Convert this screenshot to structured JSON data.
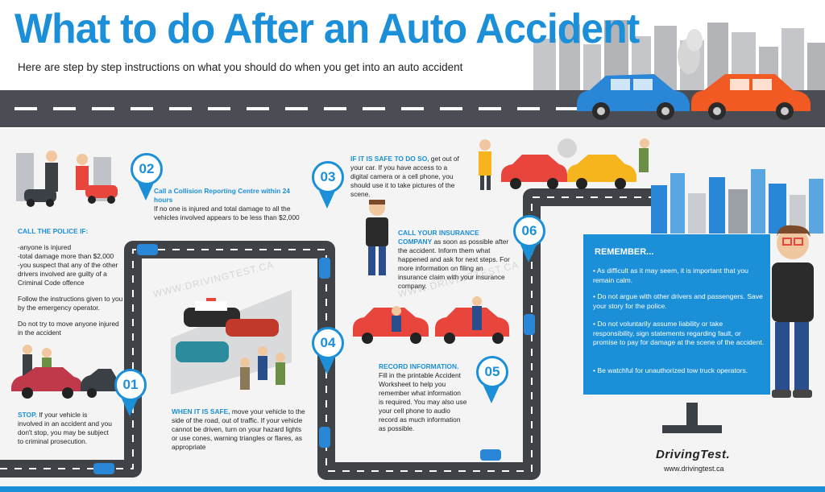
{
  "header": {
    "title": "What to do After an Auto Accident",
    "subtitle": "Here are step by step instructions on what you should do when you get into an auto accident"
  },
  "steps": {
    "s01": {
      "number": "01",
      "heading": "STOP.",
      "text": "If your vehicle is involved in an accident and you don't stop, you may be subject to criminal prosecution."
    },
    "s02": {
      "number": "02",
      "heading": "Call a Collision Reporting Centre within 24 hours",
      "text": "If no one is injured and total damage to all the vehicles involved appears to be less than $2,000"
    },
    "s03": {
      "number": "03",
      "heading": "IF IT IS SAFE TO DO SO,",
      "text": "get out of your car. If you have access to a digital camera or a cell phone, you should use it to take pictures of the scene."
    },
    "s04": {
      "number": "04",
      "heading": "RECORD INFORMATION.",
      "text": "Fill in the printable Accident Worksheet to help you remember what information is required. You may also use your cell phone to audio record as much information as possible."
    },
    "s05": {
      "number": "05"
    },
    "s06": {
      "number": "06"
    }
  },
  "police": {
    "heading": "CALL THE POLICE IF:",
    "items": [
      "-anyone is injured",
      "-total damage more than $2,000",
      "-you suspect that any of the other drivers involved are guilty of a Criminal Code offence"
    ],
    "follow": "Follow the instructions given to you by the emergency operator.",
    "no_move": "Do not try to move anyone injured in the accident"
  },
  "when_safe": {
    "heading": "WHEN IT IS SAFE,",
    "text": "move your vehicle to the side of the road, out of traffic. If your vehicle cannot be driven, turn on your hazard lights or use cones, warning triangles or flares, as appropriate"
  },
  "insurance": {
    "heading": "CALL YOUR INSURANCE COMPANY",
    "text": "as soon as possible after the accident. Inform them what happened and ask for next steps. For more information on filing an insurance claim with your insurance company."
  },
  "remember": {
    "title": "REMEMBER...",
    "items": [
      "As difficult as it may seem, it is important that you remain calm.",
      "Do not argue with other drivers and passengers. Save your story for the police.",
      "Do not voluntarily assume liability or take responsibility, sign statements regarding fault, or promise to pay for damage at the scene of the accident.",
      "Be watchful for unauthorized tow truck operators."
    ]
  },
  "watermark": "WWW.DRIVINGTEST.CA",
  "brand": {
    "logo": "DrivingTest.",
    "url": "www.drivingtest.ca"
  },
  "colors": {
    "accent": "#1b8fd8",
    "road": "#4a4d53",
    "car_red": "#e8453c",
    "car_blue": "#2a86d6",
    "car_orange": "#f15a22",
    "car_yellow": "#f6b51c"
  }
}
